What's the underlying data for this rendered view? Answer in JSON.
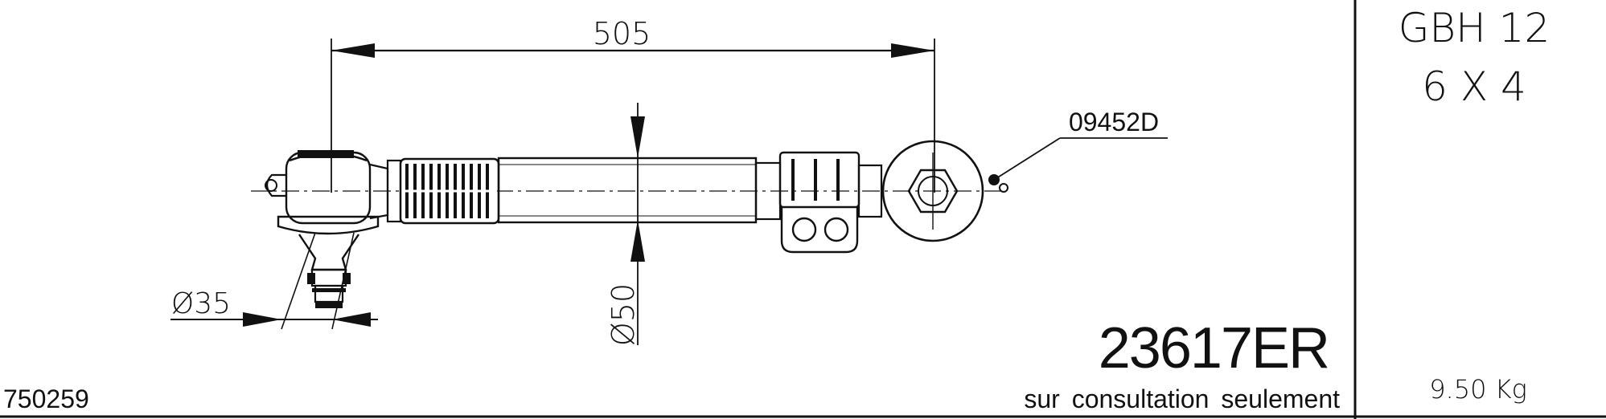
{
  "title_block": {
    "model_line1": "GBH 12",
    "model_line2": "6 X 4",
    "weight": "9.50 Kg"
  },
  "part": {
    "number": "23617ER",
    "note": "sur consultation seulement",
    "reference": "750259"
  },
  "dimensions": {
    "length": "505",
    "tube_diameter": "Ø50",
    "end_diameter": "Ø35"
  },
  "callout": {
    "code": "09452D"
  },
  "colors": {
    "ink": "#111111",
    "paper": "#ffffff"
  }
}
